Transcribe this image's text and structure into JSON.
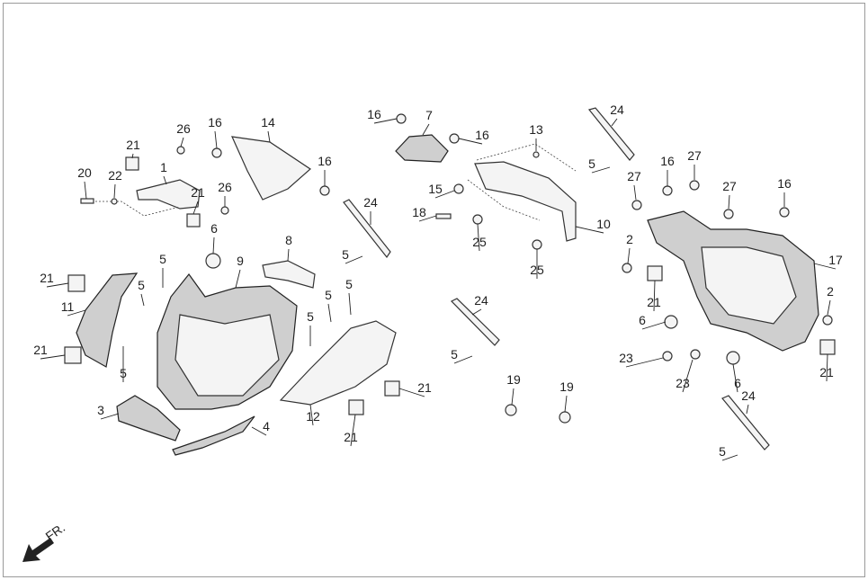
{
  "diagram": {
    "callouts": [
      "26",
      "16",
      "14",
      "21",
      "1",
      "20",
      "22",
      "21",
      "26",
      "16",
      "6",
      "8",
      "9",
      "5",
      "5",
      "21",
      "11",
      "21",
      "5",
      "5",
      "5",
      "5",
      "24",
      "5",
      "3",
      "4",
      "12",
      "21",
      "21",
      "16",
      "7",
      "16",
      "13",
      "15",
      "18",
      "25",
      "25",
      "10",
      "24",
      "5",
      "19",
      "19",
      "24",
      "5",
      "27",
      "16",
      "27",
      "27",
      "16",
      "2",
      "17",
      "21",
      "2",
      "6",
      "23",
      "23",
      "6",
      "21",
      "24",
      "5"
    ],
    "direction_label": "FR.",
    "direction_icon": "front-arrow-icon"
  }
}
